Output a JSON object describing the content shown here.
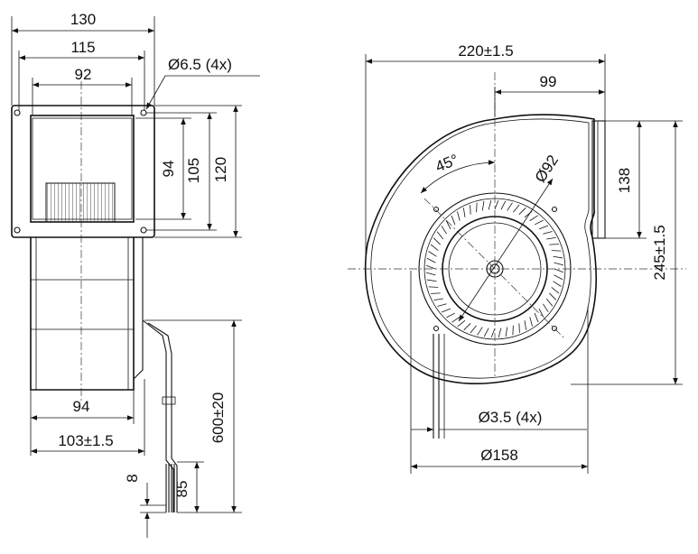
{
  "side_view": {
    "dim_130": "130",
    "dim_115": "115",
    "dim_92": "92",
    "dim_hole": "Ø6.5 (4x)",
    "dim_94_vertical": "94",
    "dim_105": "105",
    "dim_120": "120",
    "dim_94_horizontal": "94",
    "dim_103": "103±1.5",
    "dim_600": "600±20",
    "dim_8": "8",
    "dim_85": "85"
  },
  "front_view": {
    "dim_220": "220±1.5",
    "dim_99": "99",
    "dim_45": "45°",
    "dim_d92": "Ø92",
    "dim_138": "138",
    "dim_245": "245±1.5",
    "dim_d35": "Ø3.5 (4x)",
    "dim_d158": "Ø158"
  }
}
